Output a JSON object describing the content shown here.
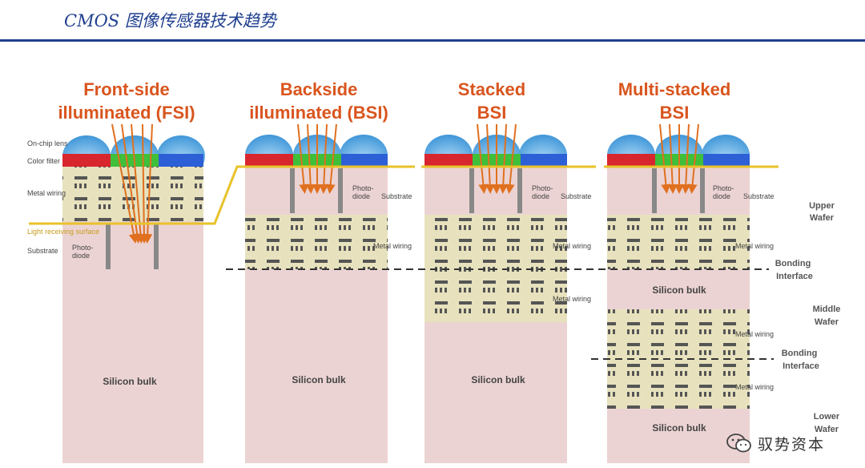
{
  "header": {
    "title": "CMOS 图像传感器技术趋势"
  },
  "columns": {
    "fsi": {
      "title_line1": "Front-side",
      "title_line2": "illuminated (FSI)"
    },
    "bsi": {
      "title_line1": "Backside",
      "title_line2": "illuminated (BSI)"
    },
    "stacked": {
      "title_line1": "Stacked",
      "title_line2": "BSI"
    },
    "multi": {
      "title_line1": "Multi-stacked",
      "title_line2": "BSI"
    }
  },
  "labels": {
    "on_chip_lens": "On-chip lens",
    "color_filter": "Color filter",
    "metal_wiring": "Metal wiring",
    "light_receiving_surface": "Light receiving surface",
    "substrate": "Substrate",
    "photodiode_line1": "Photo-",
    "photodiode_line2": "diode",
    "silicon_bulk": "Silicon bulk"
  },
  "side_labels": {
    "upper_wafer_1": "Upper",
    "upper_wafer_2": "Wafer",
    "bonding_1": "Bonding",
    "bonding_2": "Interface",
    "middle_wafer_1": "Middle",
    "middle_wafer_2": "Wafer",
    "lower_wafer_1": "Lower",
    "lower_wafer_2": "Wafer"
  },
  "watermark": {
    "text": "驭势资本"
  },
  "colors": {
    "title_orange": "#d9551e",
    "header_blue": "#1f3f8f",
    "lens_blue": "#6ab4e8",
    "filter_red": "#d8262f",
    "filter_green": "#3fbf3a",
    "filter_blue": "#2d5fd6",
    "metal_layer": "#e7e2bd",
    "silicon_pink": "#ecd3d3",
    "light_line_yellow": "#e8c22a",
    "light_arrow_orange": "#e0701f"
  }
}
